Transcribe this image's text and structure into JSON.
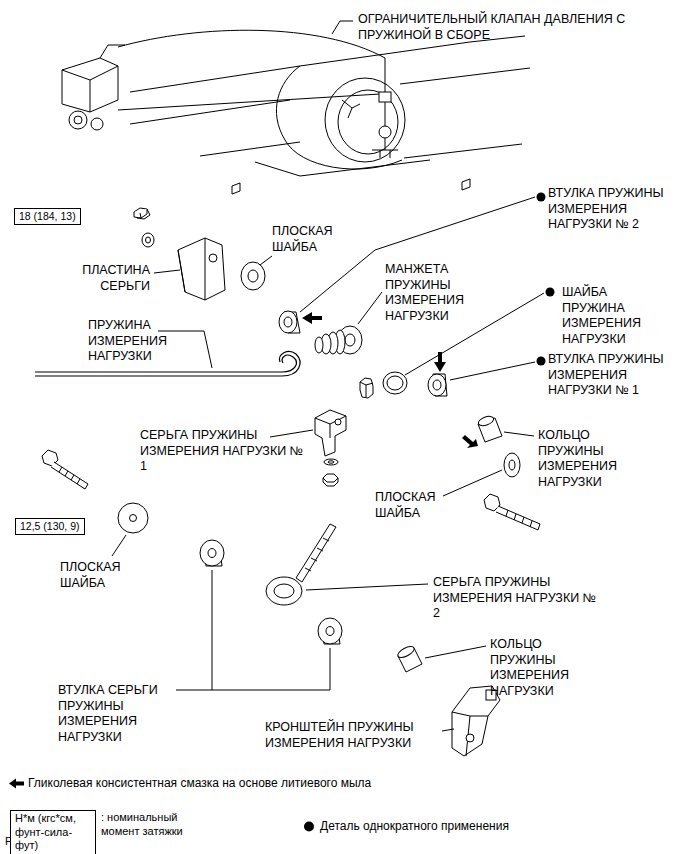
{
  "diagram": {
    "nodes": [
      {
        "text": [
          "18 (184, 13)"
        ]
      },
      {
        "text": [
          "12,5 (130, 9)"
        ]
      },
      {
        "text": [
          "Н*м (кгс*см, фунт-сила-фут)",
          ": номинальный момент затяжки"
        ]
      }
    ],
    "labels": [
      "ОГРАНИЧИТЕЛЬНЫЙ КЛАПАН ДАВЛЕНИЯ С ПРУЖИНОЙ В СБОРЕ",
      "ВТУЛКА ПРУЖИНЫ ИЗМЕРЕНИЯ НАГРУЗКИ № 2",
      "ПЛОСКАЯ ШАЙБА",
      "ПЛАСТИНА СЕРЬГИ",
      "МАНЖЕТА ПРУЖИНЫ ИЗМЕРЕНИЯ НАГРУЗКИ",
      "ШАЙБА ПРУЖИНА ИЗМЕРЕНИЯ НАГРУЗКИ",
      "ПРУЖИНА ИЗМЕРЕНИЯ НАГРУЗКИ",
      "ВТУЛКА ПРУЖИНЫ ИЗМЕРЕНИЯ НАГРУЗКИ № 1",
      "КОЛЬЦО ПРУЖИНЫ ИЗМЕРЕНИЯ НАГРУЗКИ",
      "СЕРЬГА ПРУЖИНЫ ИЗМЕРЕНИЯ НАГРУЗКИ № 1",
      "ПЛОСКАЯ ШАЙБА",
      "ПЛОСКАЯ ШАЙБА",
      "СЕРЬГА ПРУЖИНЫ ИЗМЕРЕНИЯ НАГРУЗКИ № 2",
      "КОЛЬЦО ПРУЖИНЫ ИЗМЕРЕНИЯ НАГРУЗКИ",
      "ВТУЛКА СЕРЬГИ ПРУЖИНЫ ИЗМЕРЕНИЯ НАГРУЗКИ",
      "КРОНШТЕЙН ПРУЖИНЫ ИЗМЕРЕНИЯ НАГРУЗКИ",
      "P"
    ],
    "legend": [
      {
        "text": "Гликолевая консистентная смазка на основе литиевого мыла"
      },
      {
        "text": "Деталь однократного применения"
      }
    ]
  }
}
